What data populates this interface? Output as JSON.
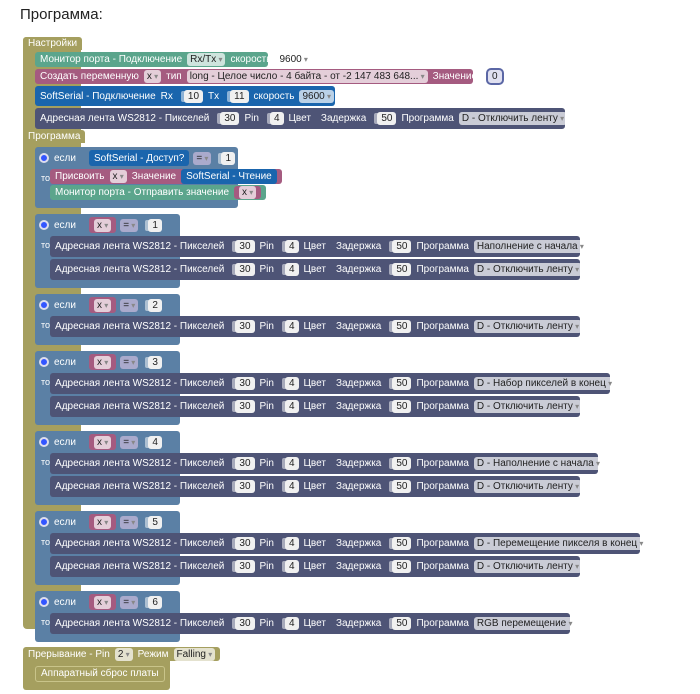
{
  "title": "Программа:",
  "setup": {
    "label": "Настройки",
    "serial_monitor": {
      "label": "Монитор порта - Подключение",
      "port": "Rx/Tx",
      "speed_label": "скорость",
      "speed": "9600"
    },
    "create_var": {
      "label": "Создать переменную",
      "var": "x",
      "type_label": "тип",
      "type": "long - Целое число - 4 байта - от -2 147 483 648...",
      "value_label": "Значение",
      "value": "0"
    },
    "softserial": {
      "label": "SoftSerial - Подключение",
      "rx_label": "Rx",
      "rx": "10",
      "tx_label": "Tx",
      "tx": "11",
      "speed_label": "скорость",
      "speed": "9600"
    },
    "led": {
      "pixels": "30",
      "pin": "4",
      "color": "#000000",
      "delay": "50",
      "program": "D - Отключить ленту"
    }
  },
  "led_labels": {
    "label": "Адресная лента WS2812 - Пикселей",
    "pin_label": "Pin",
    "color_label": "Цвет",
    "delay_label": "Задержка",
    "program_label": "Программа"
  },
  "loop": {
    "label": "Программа",
    "if_label": "если",
    "then_label": "то",
    "first_if": {
      "cond_block": "SoftSerial - Доступ?",
      "op": "=",
      "value": "1",
      "assign": {
        "label": "Присвоить",
        "var": "x",
        "value_label": "Значение",
        "value_block": "SoftSerial - Чтение"
      },
      "send": {
        "label": "Монитор порта - Отправить значение",
        "var": "x"
      }
    },
    "ifs": [
      {
        "var": "x",
        "op": "=",
        "value": "1",
        "leds": [
          {
            "pixels": "30",
            "pin": "4",
            "color": "#3f3ff5",
            "delay": "50",
            "program": "Наполнение с начала"
          },
          {
            "pixels": "30",
            "pin": "4",
            "color": "#000000",
            "delay": "50",
            "program": "D - Отключить ленту"
          }
        ]
      },
      {
        "var": "x",
        "op": "=",
        "value": "2",
        "leds": [
          {
            "pixels": "30",
            "pin": "4",
            "color": "#000000",
            "delay": "50",
            "program": "D - Отключить ленту"
          }
        ]
      },
      {
        "var": "x",
        "op": "=",
        "value": "3",
        "leds": [
          {
            "pixels": "30",
            "pin": "4",
            "color": "#ff1a1a",
            "delay": "50",
            "program": "D - Набор пикселей в конец"
          },
          {
            "pixels": "30",
            "pin": "4",
            "color": "#000000",
            "delay": "50",
            "program": "D - Отключить ленту"
          }
        ]
      },
      {
        "var": "x",
        "op": "=",
        "value": "4",
        "leds": [
          {
            "pixels": "30",
            "pin": "4",
            "color": "#33ee44",
            "delay": "50",
            "program": "D - Наполнение с начала"
          },
          {
            "pixels": "30",
            "pin": "4",
            "color": "#000000",
            "delay": "50",
            "program": "D - Отключить ленту"
          }
        ]
      },
      {
        "var": "x",
        "op": "=",
        "value": "5",
        "leds": [
          {
            "pixels": "30",
            "pin": "4",
            "color": "#3333ee",
            "delay": "50",
            "program": "D - Перемещение пикселя в конец"
          },
          {
            "pixels": "30",
            "pin": "4",
            "color": "#000000",
            "delay": "50",
            "program": "D - Отключить ленту"
          }
        ]
      },
      {
        "var": "x",
        "op": "=",
        "value": "6",
        "leds": [
          {
            "pixels": "30",
            "pin": "4",
            "color": "#ffffff",
            "delay": "50",
            "program": "RGB перемещение"
          }
        ]
      }
    ]
  },
  "interrupt": {
    "label": "Прерывание - Pin",
    "pin": "2",
    "mode_label": "Режим",
    "mode": "Falling",
    "child": "Аппаратный сброс платы"
  }
}
